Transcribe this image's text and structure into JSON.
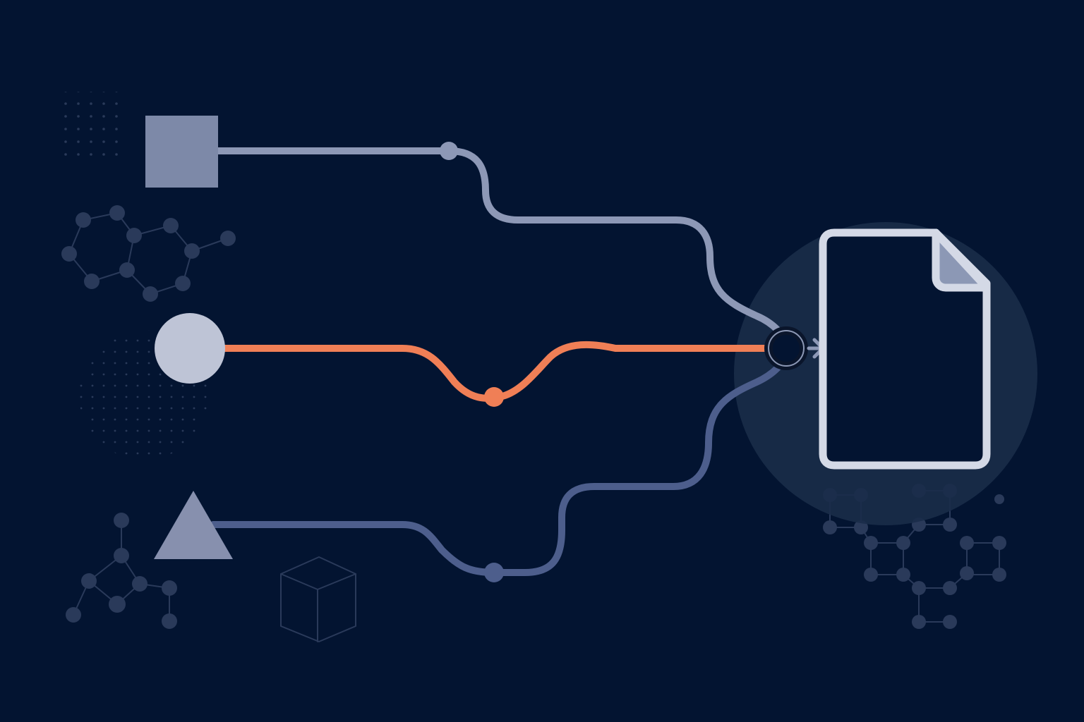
{
  "theme": {
    "background": "#031431",
    "square_fill": "#7D89A8",
    "circle_fill": "#BEC4D6",
    "triangle_fill": "#8790AE",
    "top_path_color": "#8D98B6",
    "middle_path_color": "#F07F56",
    "bottom_path_color": "#4D5E8C",
    "document_stroke": "#D4D9E6",
    "document_fold": "#8C98B5",
    "halo_color": "#1A2C49",
    "pattern_color": "#2A3A5A",
    "merge_node_stroke": "#0A152B",
    "merge_node_ring": "#8C98B5"
  },
  "diagram": {
    "inputs": [
      {
        "shape": "square",
        "icon": "square-input-icon"
      },
      {
        "shape": "circle",
        "icon": "circle-input-icon"
      },
      {
        "shape": "triangle",
        "icon": "triangle-input-icon"
      }
    ],
    "output": {
      "icon": "document-output-icon"
    }
  }
}
